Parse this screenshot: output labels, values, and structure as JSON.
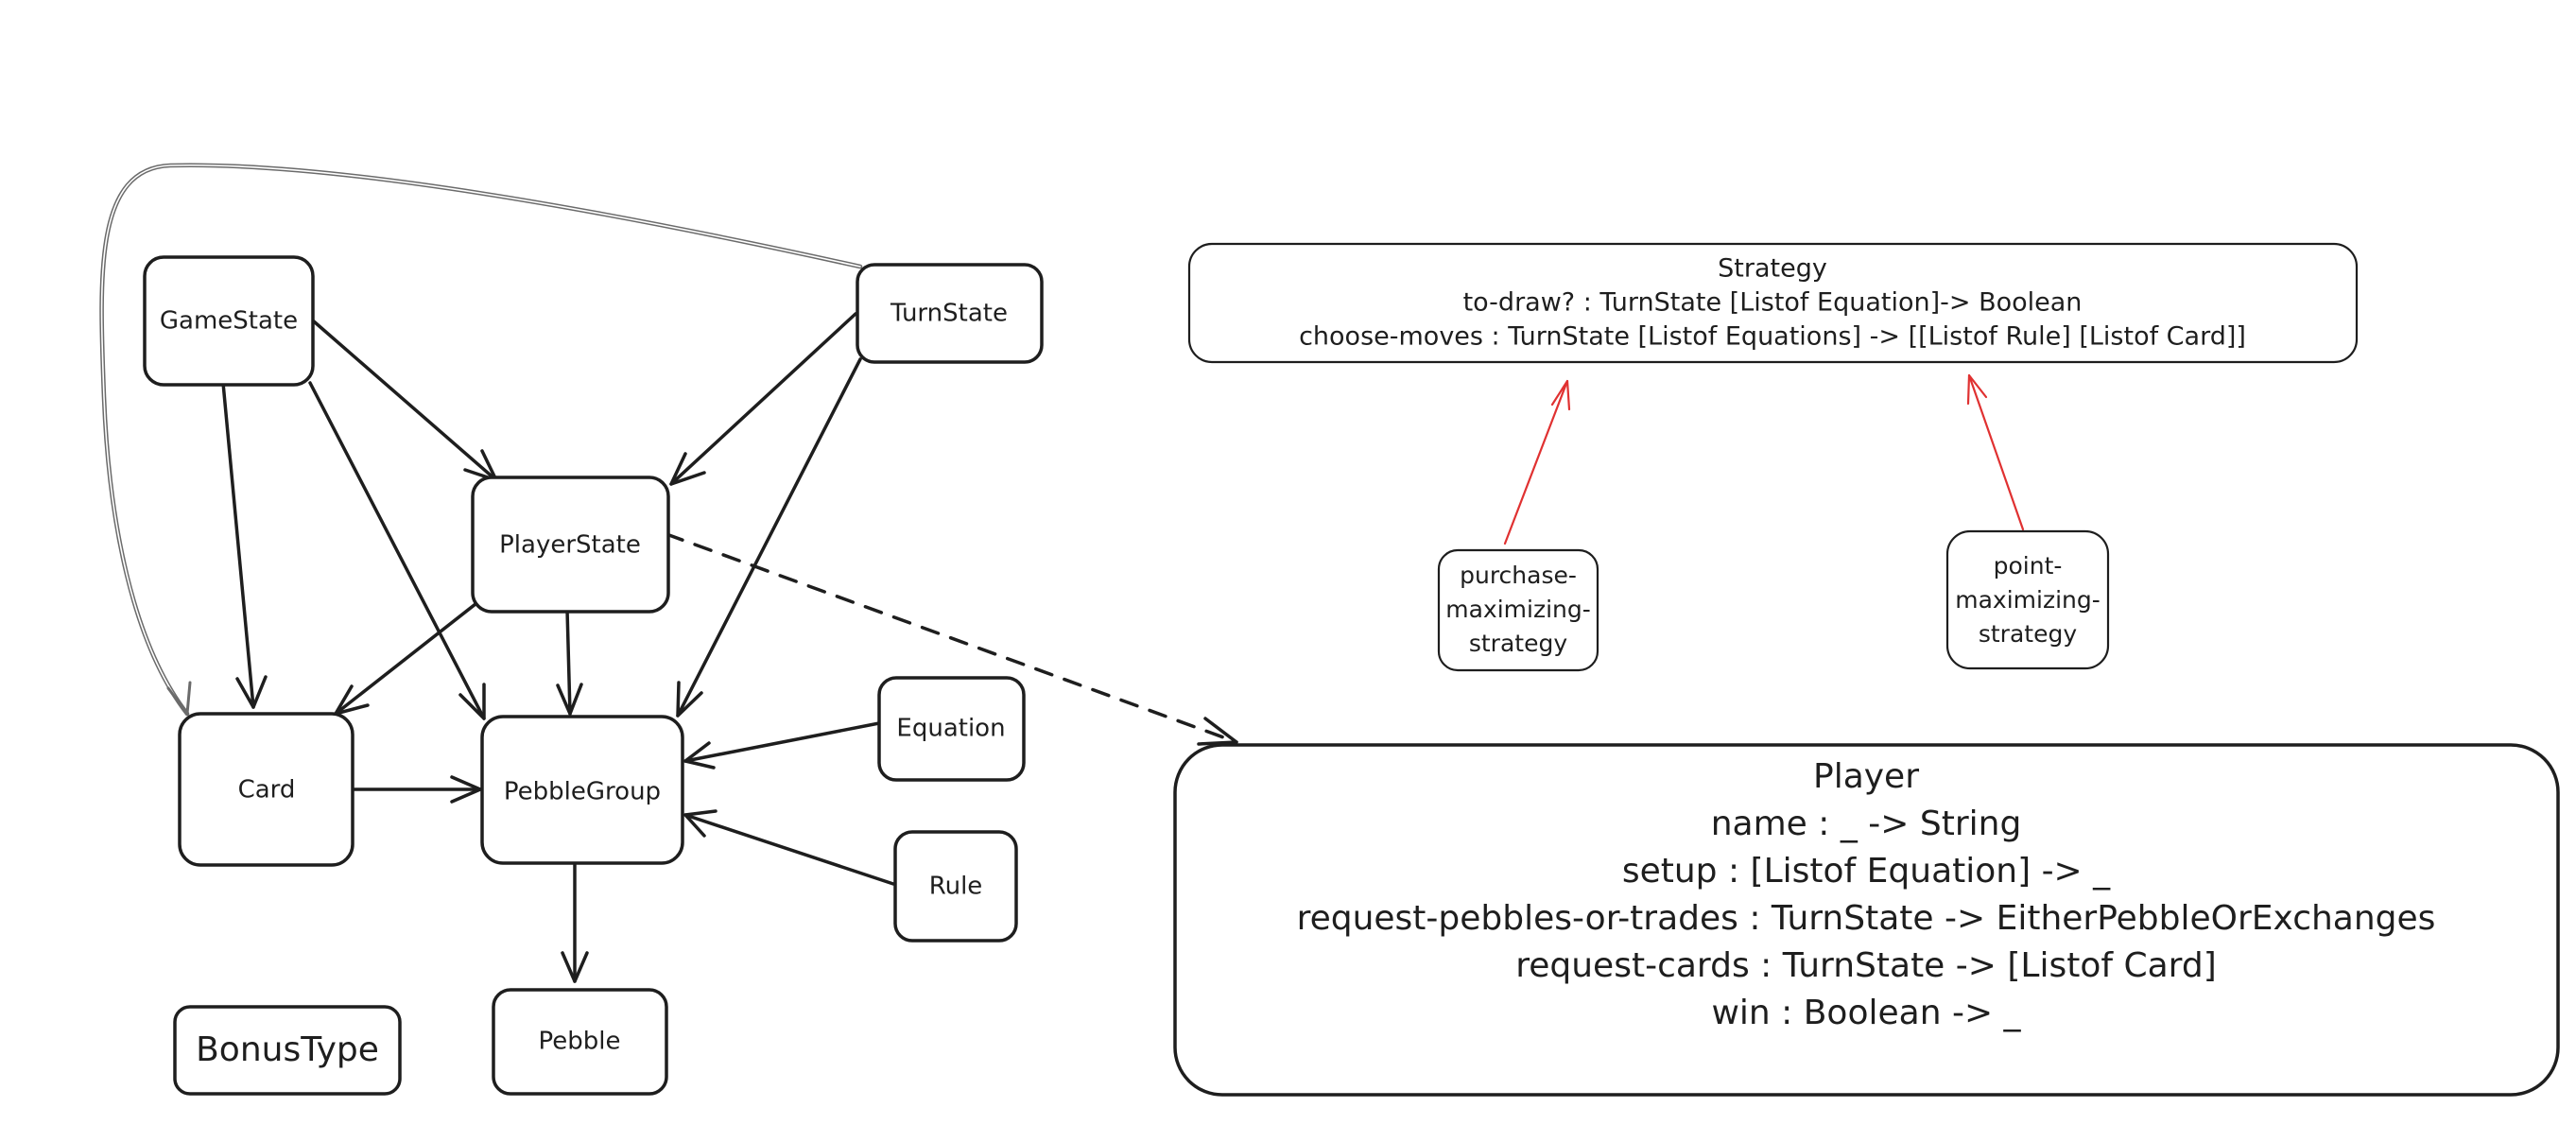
{
  "nodes": {
    "gamestate": "GameState",
    "turnstate": "TurnState",
    "playerstate": "PlayerState",
    "card": "Card",
    "pebblegroup": "PebbleGroup",
    "equation": "Equation",
    "rule": "Rule",
    "pebble": "Pebble",
    "bonustype": "BonusType",
    "purchase_strategy": [
      "purchase-",
      "maximizing-",
      "strategy"
    ],
    "point_strategy": [
      "point-",
      "maximizing-",
      "strategy"
    ]
  },
  "strategy": {
    "title": "Strategy",
    "lines": [
      "to-draw? : TurnState [Listof Equation]-> Boolean",
      "choose-moves : TurnState [Listof Equations] -> [[Listof Rule] [Listof Card]]"
    ]
  },
  "player": {
    "title": "Player",
    "lines": [
      "name : _ -> String",
      "setup : [Listof Equation] -> _",
      "request-pebbles-or-trades : TurnState -> EitherPebbleOrExchanges",
      "request-cards : TurnState -> [Listof Card]",
      "win : Boolean -> _"
    ]
  },
  "colors": {
    "stroke": "#1e1e1e",
    "implements_arrow": "#e03131",
    "back_edge": "#6b6b6b"
  }
}
